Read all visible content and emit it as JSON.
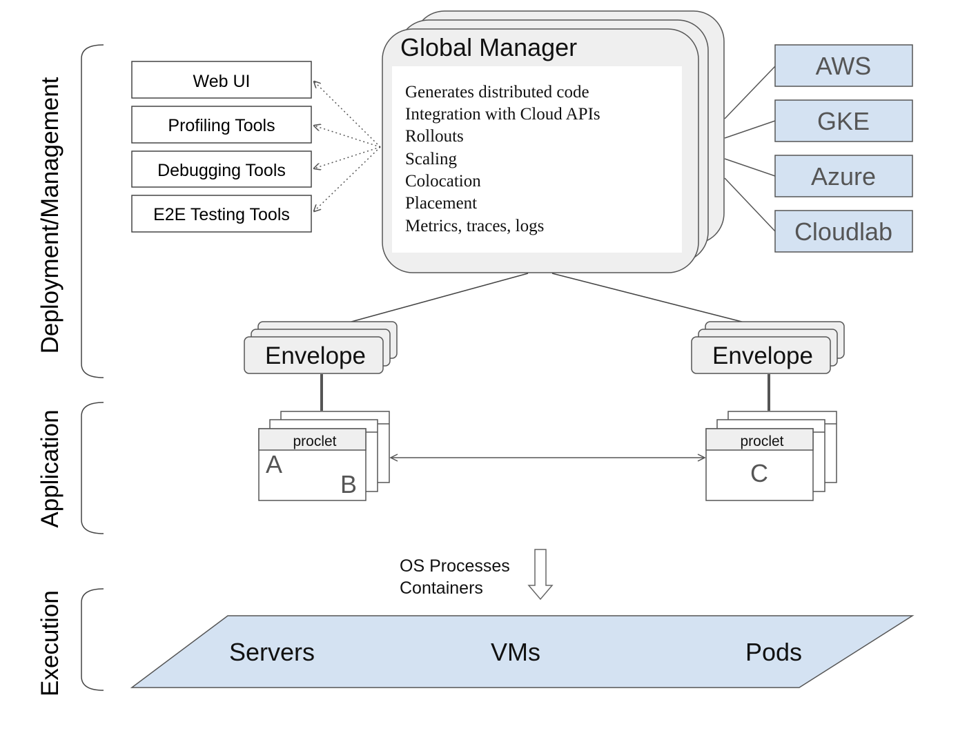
{
  "sections": {
    "deployment": "Deployment/Management",
    "application": "Application",
    "execution": "Execution"
  },
  "tools": [
    "Web UI",
    "Profiling Tools",
    "Debugging Tools",
    "E2E Testing Tools"
  ],
  "global_manager": {
    "title": "Global Manager",
    "features": [
      "Generates distributed code",
      "Integration with Cloud APIs",
      "Rollouts",
      "Scaling",
      "Colocation",
      "Placement",
      "Metrics, traces, logs"
    ]
  },
  "clouds": [
    "AWS",
    "GKE",
    "Azure",
    "Cloudlab"
  ],
  "envelopes": [
    "Envelope",
    "Envelope"
  ],
  "proclets": [
    {
      "header": "proclet",
      "components": [
        "A",
        "B"
      ]
    },
    {
      "header": "proclet",
      "components": [
        "C"
      ]
    }
  ],
  "transition": {
    "lines": [
      "OS Processes",
      "Containers"
    ]
  },
  "execution": {
    "targets": [
      "Servers",
      "VMs",
      "Pods"
    ]
  },
  "colors": {
    "cloud_fill": "#d4e2f2",
    "platform_fill": "#d4e2f2",
    "box_fill": "#efefef",
    "stroke": "#555555"
  }
}
